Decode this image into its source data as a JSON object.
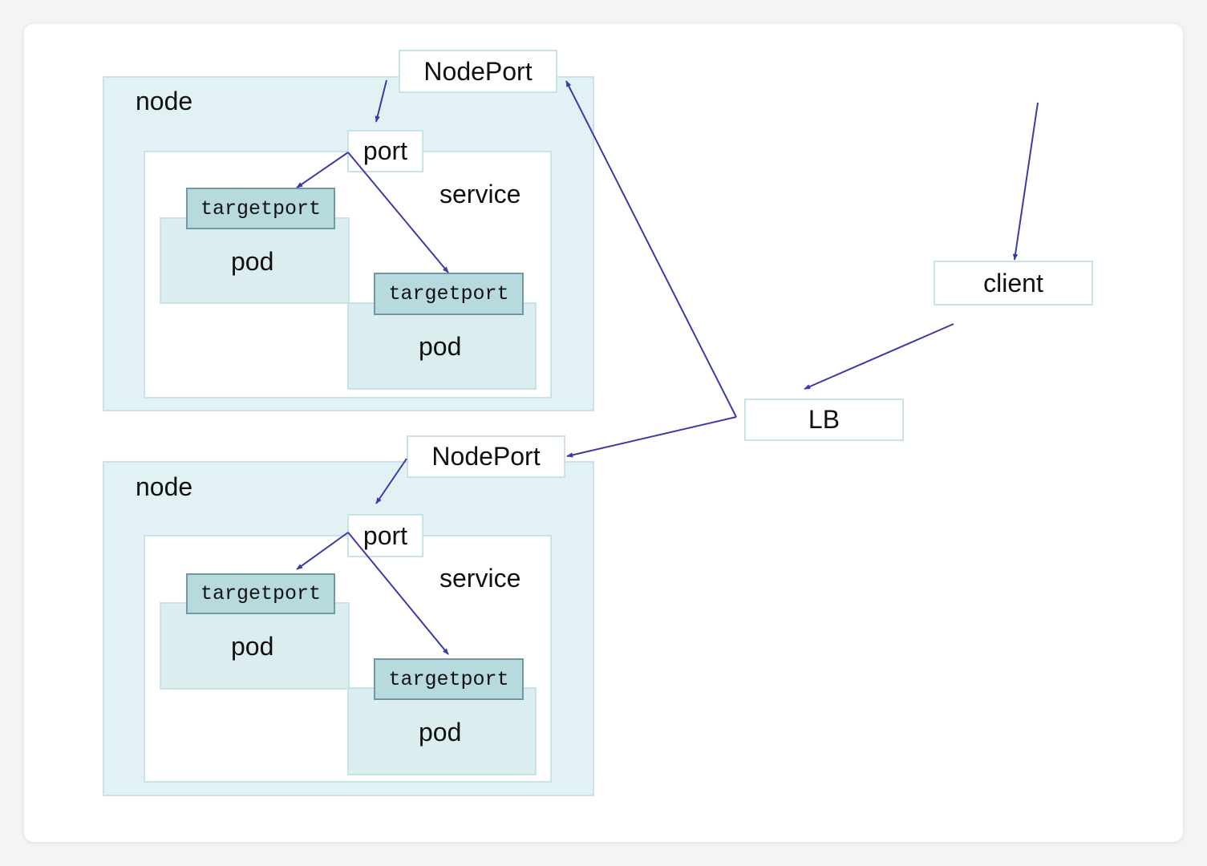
{
  "colors": {
    "node_fill": "#e2f1f3",
    "border": "#c7e3e8",
    "targetport_fill": "#b6dade",
    "arrow": "#3a3aa8"
  },
  "nodes": [
    {
      "label": "node",
      "nodeport": "NodePort",
      "port": "port",
      "service": "service",
      "pods": [
        {
          "targetport": "targetport",
          "label": "pod"
        },
        {
          "targetport": "targetport",
          "label": "pod"
        }
      ]
    },
    {
      "label": "node",
      "nodeport": "NodePort",
      "port": "port",
      "service": "service",
      "pods": [
        {
          "targetport": "targetport",
          "label": "pod"
        },
        {
          "targetport": "targetport",
          "label": "pod"
        }
      ]
    }
  ],
  "client": "client",
  "lb": "LB"
}
